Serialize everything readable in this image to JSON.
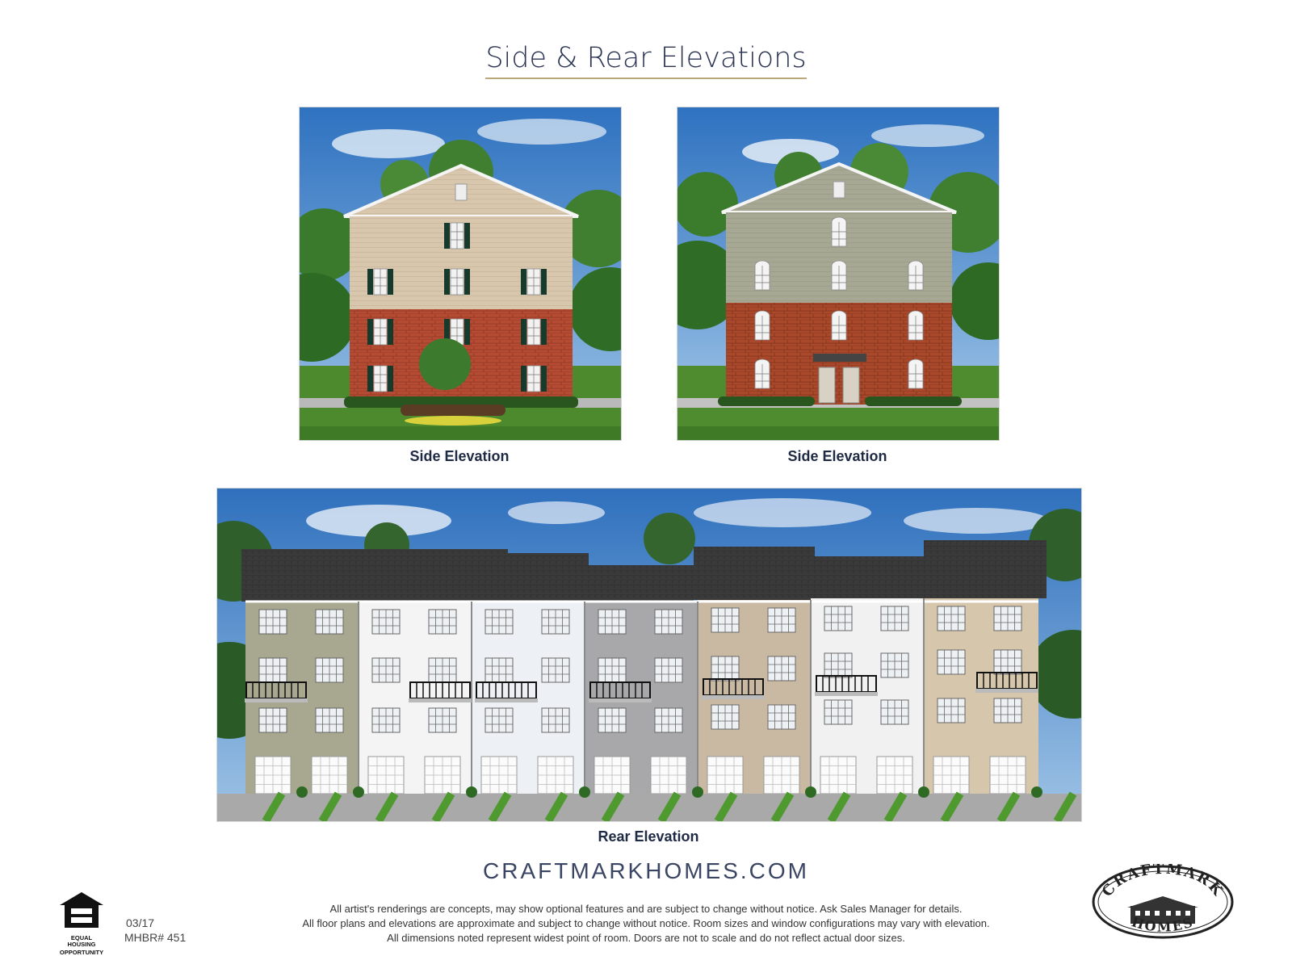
{
  "page": {
    "title": "Side & Rear Elevations"
  },
  "elevations": {
    "side_left_caption": "Side Elevation",
    "side_right_caption": "Side Elevation",
    "rear_caption": "Rear Elevation"
  },
  "footer": {
    "website": "CRAFTMARKHOMES.COM",
    "disclaimer": [
      "All artist's renderings are concepts, may show optional features and are subject to change without notice. Ask Sales Manager for details.",
      "All floor plans and elevations are approximate and subject to change without notice. Room sizes and window configurations may vary with elevation.",
      "All dimensions noted represent widest point of room. Doors are not to scale and do not reflect actual door sizes."
    ],
    "date_code": "03/17",
    "mhbr": "MHBR# 451",
    "equal_housing_line1": "EQUAL HOUSING",
    "equal_housing_line2": "OPPORTUNITY"
  },
  "logo": {
    "top_text": "CRAFTMARK",
    "bottom_text": "HOMES"
  },
  "colors": {
    "navy": "#1f2a44",
    "gold_rule": "#b9a77a",
    "brick": "#b24a32",
    "sky": "#4a86c8"
  }
}
